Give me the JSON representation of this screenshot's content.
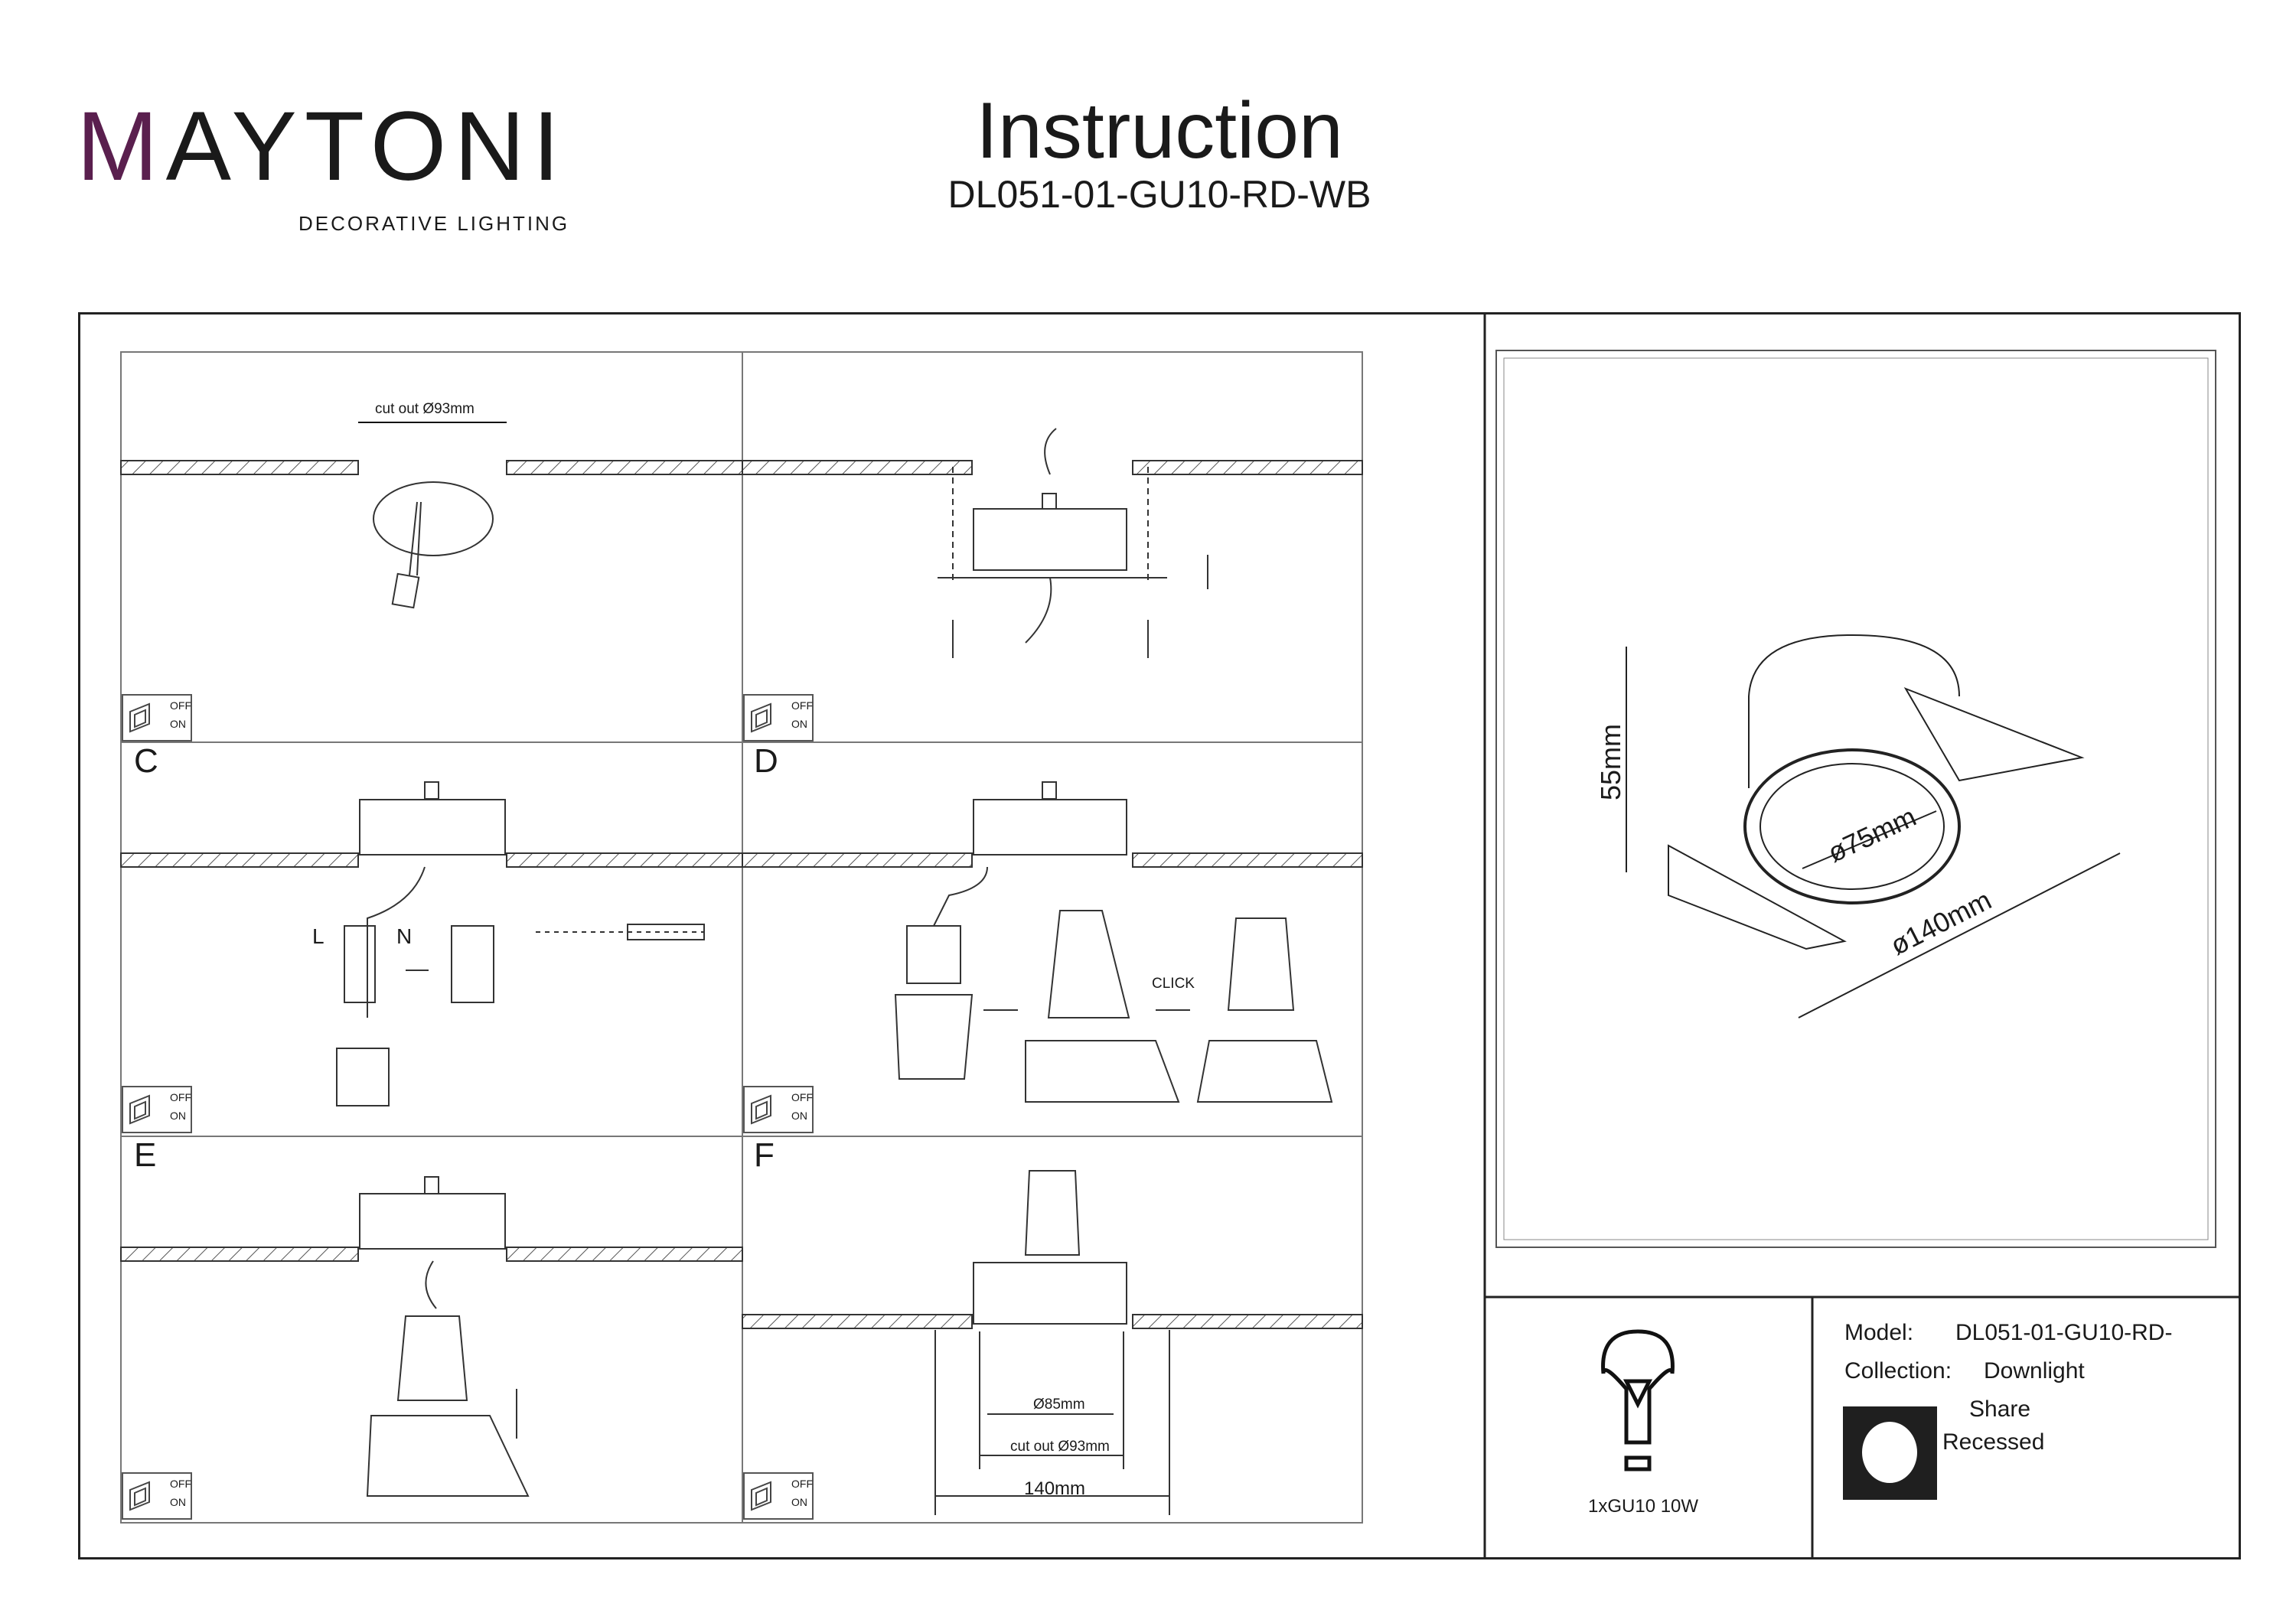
{
  "brand": {
    "name": "MAYTONI",
    "tagline": "DECORATIVE LIGHTING",
    "accent_color": "#5a1f4e"
  },
  "header": {
    "title": "Instruction",
    "model_code": "DL051-01-GU10-RD-WB"
  },
  "steps": [
    {
      "letter": "",
      "note": "cut out  Ø93mm",
      "switch": {
        "off": "OFF",
        "on": "ON"
      }
    },
    {
      "letter": "",
      "switch": {
        "off": "OFF",
        "on": "ON"
      }
    },
    {
      "letter": "C",
      "wire_left": "L",
      "wire_right": "N",
      "switch": {
        "off": "OFF",
        "on": "ON"
      }
    },
    {
      "letter": "D",
      "note": "CLICK",
      "switch": {
        "off": "OFF",
        "on": "ON"
      }
    },
    {
      "letter": "E",
      "switch": {
        "off": "OFF",
        "on": "ON"
      }
    },
    {
      "letter": "F",
      "dim_inner": "Ø85mm",
      "dim_cutout": "cut out   Ø93mm",
      "dim_outer": "140mm",
      "switch": {
        "off": "OFF",
        "on": "ON"
      }
    }
  ],
  "dimensions": {
    "height": "55mm",
    "inner": "ø75mm",
    "outer": "ø140mm"
  },
  "lamp": {
    "label": "1xGU10 10W"
  },
  "specs": {
    "model_label": "Model:",
    "model_value": "DL051-01-GU10-RD-",
    "collection_label": "Collection:",
    "collection_value": "Downlight",
    "type_line1": "Share",
    "type_line2": "Recessed"
  }
}
